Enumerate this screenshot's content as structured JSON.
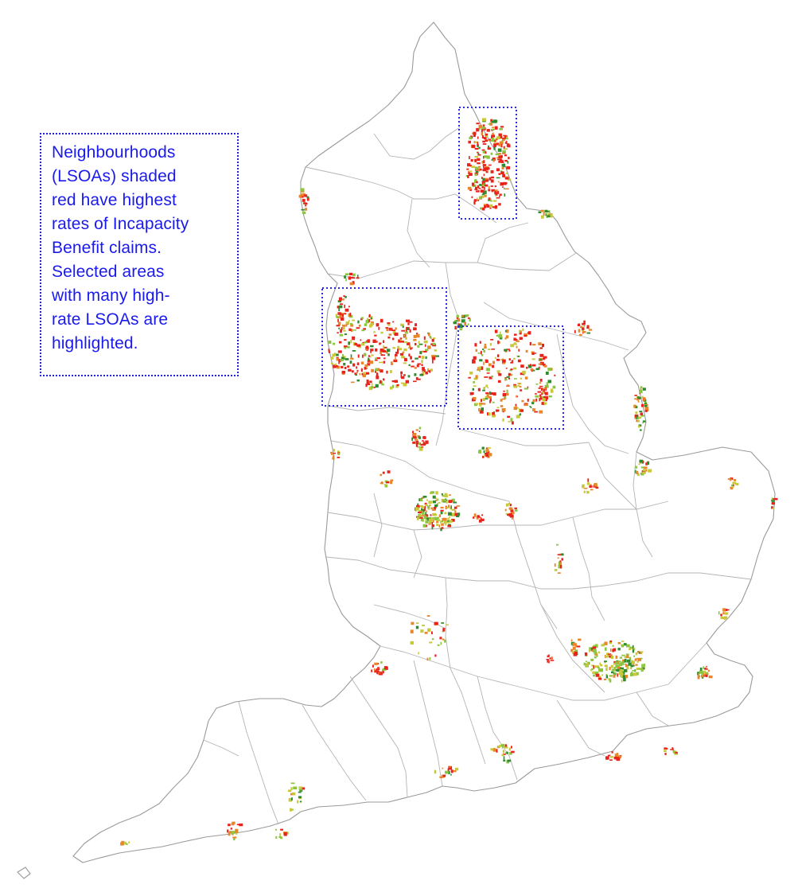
{
  "caption": {
    "lines": [
      "Neighbourhoods",
      "(LSOAs) shaded",
      "red have highest",
      "rates of Incapacity",
      "Benefit claims.",
      "Selected areas",
      "with many high-",
      "rate LSOAs are",
      "highlighted."
    ],
    "text_color": "#1a1aee",
    "border_color": "#2222dd"
  },
  "map": {
    "rate_colors": {
      "highest": "#e8231c",
      "high": "#e8862a",
      "medium": "#c8c83a",
      "low": "#8cc63f",
      "lowest": "#2e8b2e"
    },
    "highlighted_areas": [
      "north-east",
      "north-west",
      "yorkshire"
    ]
  }
}
